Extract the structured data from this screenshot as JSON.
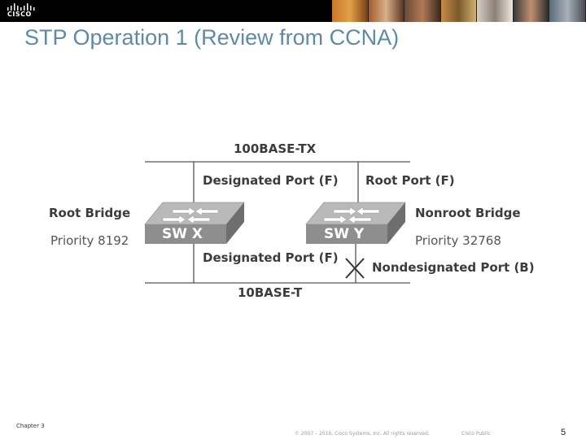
{
  "header": {
    "logo_text": "CISCO",
    "title": "STP Operation 1 (Review from CCNA)"
  },
  "diagram": {
    "top_link": "100BASE-TX",
    "bottom_link": "10BASE-T",
    "sw_x": {
      "name": "SW X",
      "role": "Root Bridge",
      "priority": "Priority 8192",
      "top_port": "Designated Port (F)",
      "bottom_port": "Designated Port (F)"
    },
    "sw_y": {
      "name": "SW Y",
      "role": "Nonroot Bridge",
      "priority": "Priority 32768",
      "top_port": "Root Port (F)",
      "bottom_port": "Nondesignated Port (B)"
    }
  },
  "footer": {
    "chapter": "Chapter 3",
    "copyright": "© 2007 – 2010, Cisco Systems, Inc. All rights reserved.",
    "classification": "Cisco Public",
    "page": "5"
  },
  "colors": {
    "title": "#5f8aa5",
    "switch_front": "#8d8d8d",
    "switch_top": "#b8b8b8"
  }
}
